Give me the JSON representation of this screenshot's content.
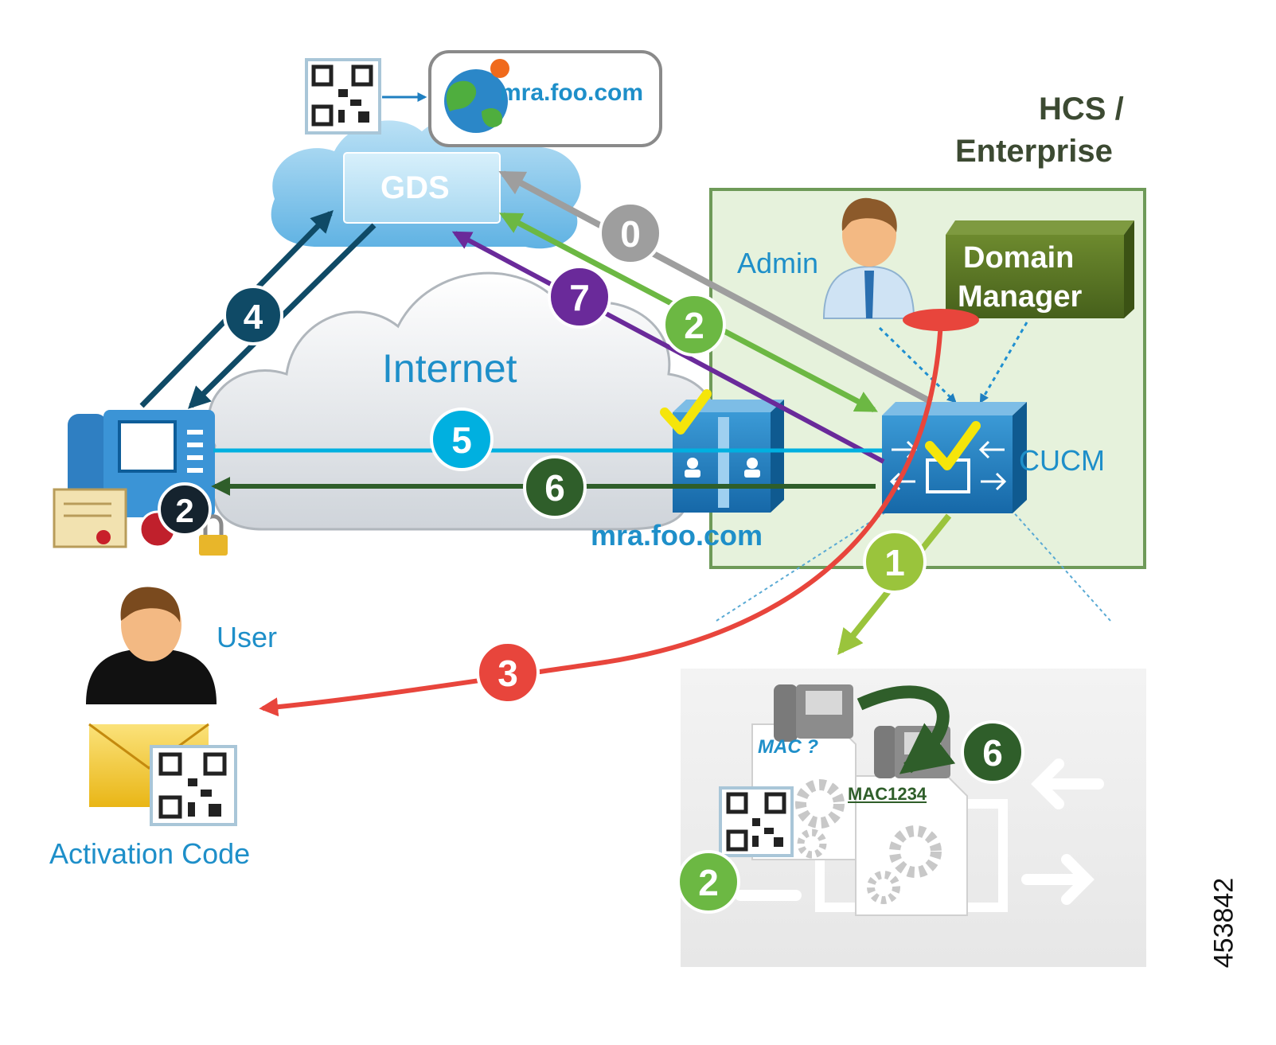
{
  "labels": {
    "gds": "GDS",
    "cloud_domain": "mra.foo.com",
    "internet": "Internet",
    "enterprise_line1": "HCS /",
    "enterprise_line2": "Enterprise",
    "admin": "Admin",
    "domain_manager_line1": "Domain",
    "domain_manager_line2": "Manager",
    "cucm": "CUCM",
    "expressway_domain": "mra.foo.com",
    "user": "User",
    "activation_code": "Activation Code",
    "mac_unknown": "MAC ?",
    "mac_known": "MAC1234",
    "figure_id": "453842"
  },
  "steps": {
    "s0": "0",
    "s1": "1",
    "s2_admin": "2",
    "s2_phone": "2",
    "s2_detail": "2",
    "s3": "3",
    "s4": "4",
    "s5": "5",
    "s6_flow": "6",
    "s6_detail": "6",
    "s7": "7"
  },
  "colors": {
    "step0": "#9e9e9e",
    "step1": "#9ac43c",
    "step2": "#6cb843",
    "step3": "#e8453c",
    "step4": "#0f4a66",
    "step5": "#00b0e0",
    "step6": "#2f5e2a",
    "step7": "#6a2a9a",
    "enterprise_fill": "#e6f2dc",
    "enterprise_border": "#6e9a58",
    "domain_manager": "#4f6b22",
    "cisco_blue": "#1f7fc0",
    "label_blue": "#1e8fc9"
  }
}
